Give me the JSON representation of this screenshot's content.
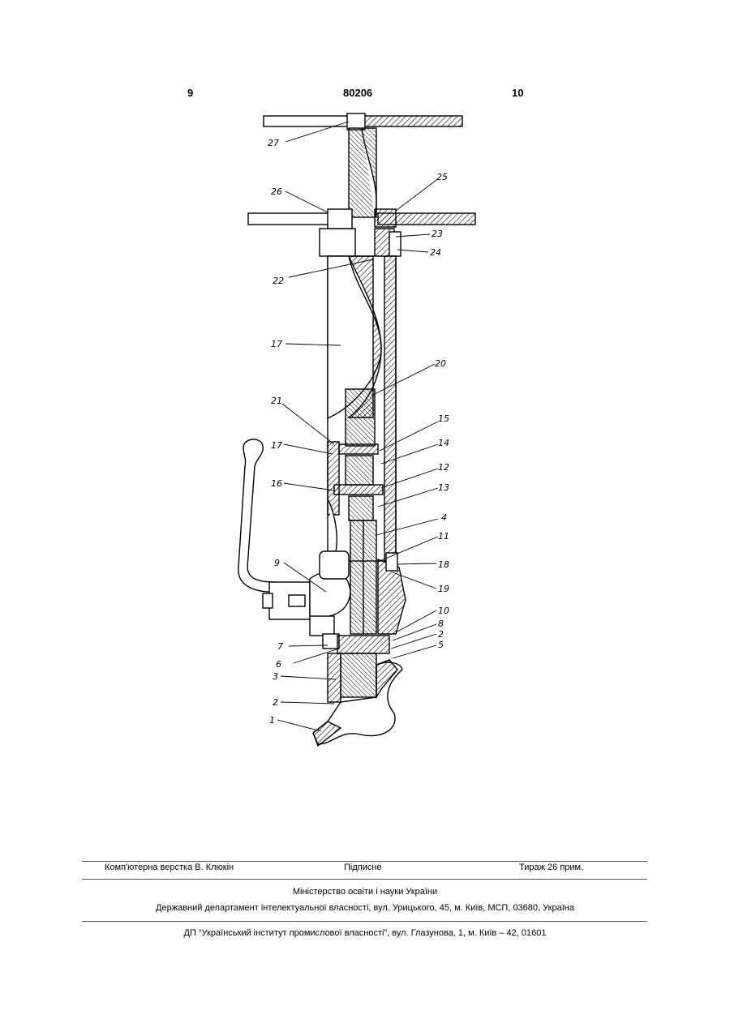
{
  "header": {
    "page_left": "9",
    "patent_number": "80206",
    "page_right": "10"
  },
  "callouts": [
    "27",
    "26",
    "25",
    "23",
    "24",
    "22",
    "17",
    "20",
    "21",
    "15",
    "17",
    "14",
    "12",
    "16",
    "13",
    "4",
    "11",
    "9",
    "18",
    "19",
    "10",
    "8",
    "7",
    "2",
    "6",
    "5",
    "3",
    "2",
    "1"
  ],
  "footer": {
    "layout": "Комп'ютерна верстка В. Клюкін",
    "subscription": "Підписне",
    "circulation": "Тираж 26 прим.",
    "ministry": "Міністерство освіти і науки України",
    "department": "Державний департамент інтелектуальної власності, вул. Урицького, 45, м. Київ, МСП, 03680, Україна",
    "institute": "ДП “Український інститут промислової власності”, вул. Глазунова, 1, м. Київ – 42, 01601"
  }
}
